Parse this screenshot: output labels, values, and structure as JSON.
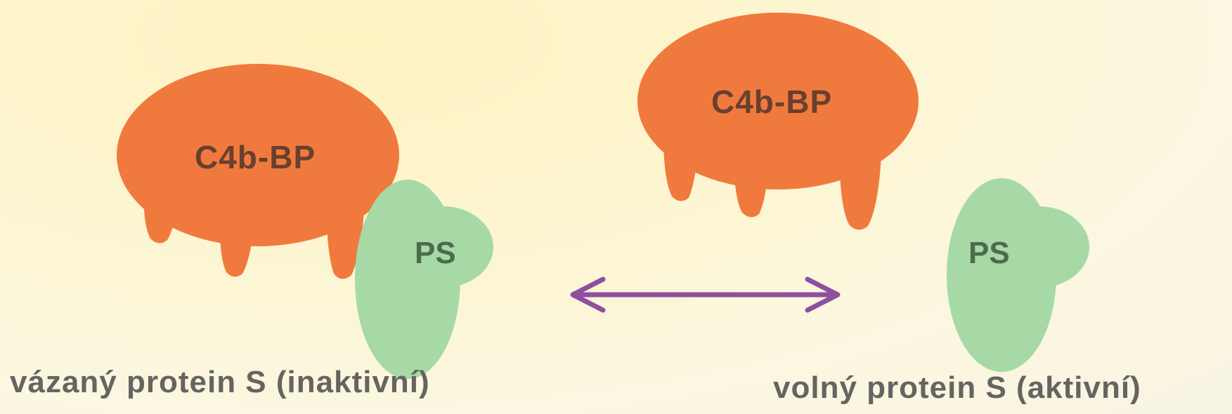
{
  "colors": {
    "c4b_bp": "#f07a3e",
    "protein_s": "#a6d9a6",
    "arrow": "#8e4fa0",
    "background": "#fdf6d6"
  },
  "left_complex": {
    "c4b_label": "C4b-BP",
    "ps_label": "PS",
    "caption": "vázaný protein S (inaktivní)"
  },
  "right_complex": {
    "c4b_label": "C4b-BP",
    "ps_label": "PS",
    "caption": "volný protein S (aktivní)"
  }
}
